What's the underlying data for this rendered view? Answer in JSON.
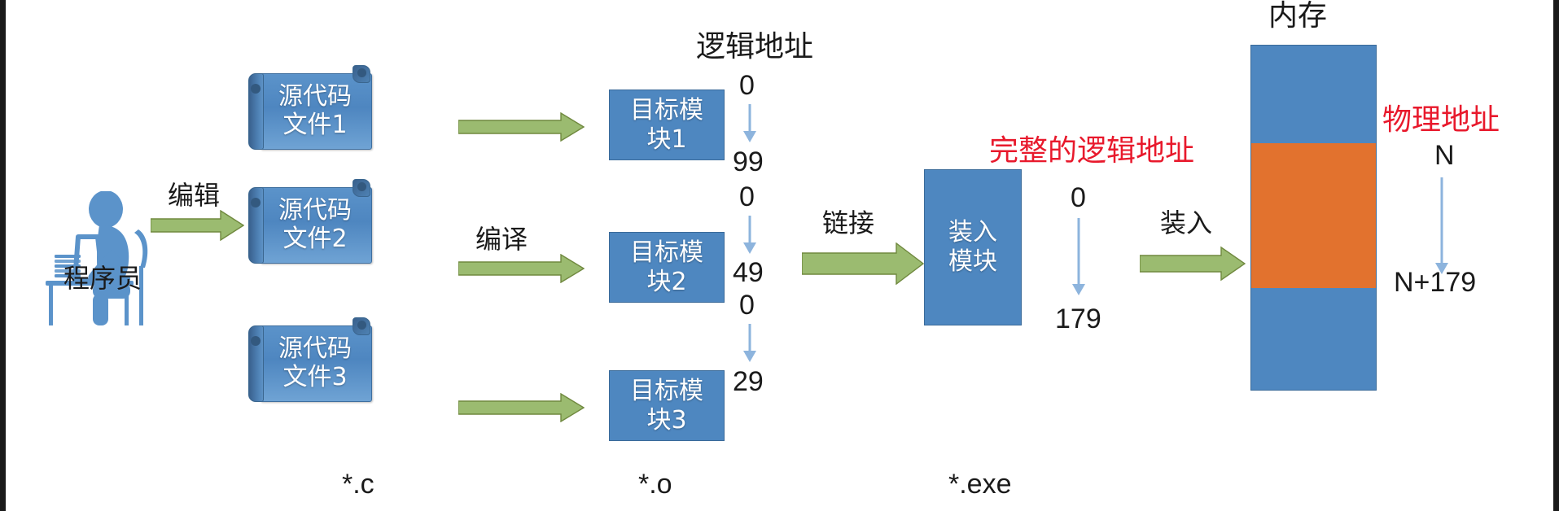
{
  "diagram": {
    "title_hidden": "程序的链接与装入过程（逻辑地址到物理地址）",
    "actor": {
      "caption": "程序员",
      "icon": "person-at-desk-icon"
    },
    "steps": {
      "edit": "编辑",
      "compile": "编译",
      "link": "链接",
      "load": "装入"
    },
    "source_files": [
      {
        "line1": "源代码",
        "line2": "文件1"
      },
      {
        "line1": "源代码",
        "line2": "文件2"
      },
      {
        "line1": "源代码",
        "line2": "文件3"
      }
    ],
    "source_ext": "*.c",
    "object_modules": [
      {
        "line1": "目标模",
        "line2": "块1"
      },
      {
        "line1": "目标模",
        "line2": "块2"
      },
      {
        "line1": "目标模",
        "line2": "块3"
      }
    ],
    "object_ext": "*.o",
    "logical_address_heading": "逻辑地址",
    "module_ranges": [
      {
        "start": "0",
        "end": "99"
      },
      {
        "start": "0",
        "end": "49"
      },
      {
        "start": "0",
        "end": "29"
      }
    ],
    "load_module": {
      "line1": "装入",
      "line2": "模块"
    },
    "load_module_ext": "*.exe",
    "full_logical_address_heading": "完整的逻辑地址",
    "full_logical_range": {
      "start": "0",
      "end": "179"
    },
    "memory_heading": "内存",
    "physical_address_heading": "物理地址",
    "physical_range": {
      "start": "N",
      "end": "N+179"
    },
    "colors": {
      "box_blue": "#4e87c0",
      "memory_blue": "#4e87c0",
      "memory_orange": "#e2722e",
      "arrow_green": "#9bbb70",
      "arrow_green_border": "#70893f",
      "thin_arrow_blue": "#8db4dd",
      "red_text": "#e8192c",
      "text_black": "#1a1a1a",
      "background": "#ffffff",
      "edge_bar": "#1a1a1a"
    }
  }
}
